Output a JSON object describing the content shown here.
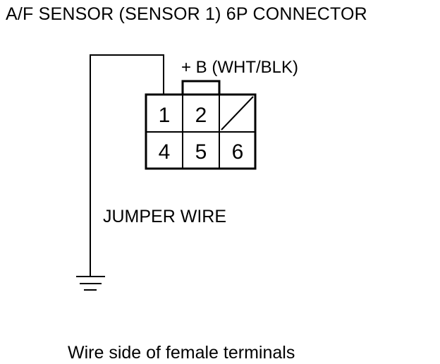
{
  "diagram": {
    "title": "A/F SENSOR (SENSOR 1) 6P CONNECTOR",
    "power_label": "+ B (WHT/BLK)",
    "jumper_label": "JUMPER WIRE",
    "caption": "Wire side of female terminals",
    "connector": {
      "pins": [
        {
          "label": "1"
        },
        {
          "label": "2"
        },
        {
          "label": "4"
        },
        {
          "label": "5"
        },
        {
          "label": "6"
        }
      ],
      "empty_cavity": "diagonal slash (no terminal)"
    },
    "ground_symbol": "ground-icon"
  }
}
